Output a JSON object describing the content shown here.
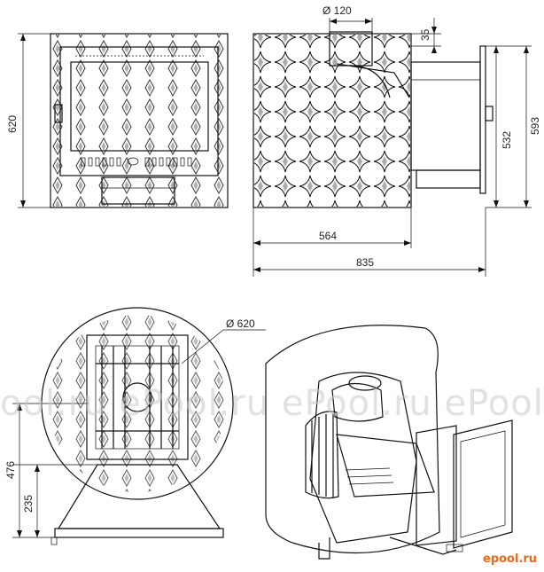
{
  "dimensions": {
    "front_height": "620",
    "flue_diameter": "Ø 120",
    "flue_offset": "35",
    "inner_height": "532",
    "total_height": "593",
    "body_width": "564",
    "total_depth": "835",
    "body_diameter": "Ø 620",
    "axis_height": "476",
    "base_height": "235"
  },
  "watermark": {
    "text": "ool.ru  ePool.ru  ePool.ru  ePool.ru"
  },
  "logo": {
    "text": "epool.ru"
  },
  "colors": {
    "line": "#111111",
    "watermark": "#c9c9c9",
    "logo": "#e86a1a"
  }
}
